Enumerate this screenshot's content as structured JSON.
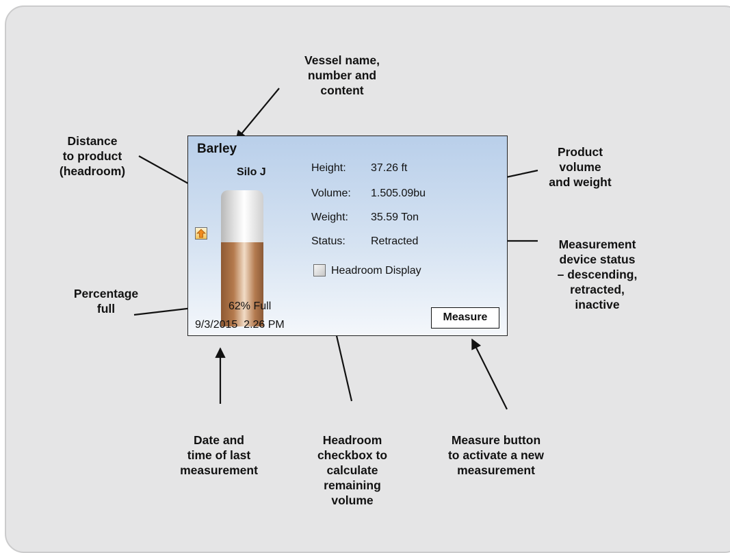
{
  "annotations": {
    "vessel_name": "Vessel name,\nnumber and\ncontent",
    "distance": "Distance\nto product\n(headroom)",
    "product_volume": "Product\nvolume\nand weight",
    "device_status": "Measurement\ndevice status\n– descending,\nretracted,\ninactive",
    "percentage": "Percentage\nfull",
    "date_time": "Date and\ntime of last\nmeasurement",
    "headroom_checkbox": "Headroom\ncheckbox to\ncalculate\nremaining\nvolume",
    "measure_button": "Measure button\nto activate a new\nmeasurement"
  },
  "screen": {
    "vessel_name": "Barley",
    "silo_id": "Silo J",
    "fill_fraction": 0.62,
    "percent_full": "62% Full",
    "date": "9/3/2015",
    "time": "2.26 PM",
    "fields": [
      {
        "label": "Height:",
        "value": "37.26 ft"
      },
      {
        "label": "Volume:",
        "value": "1.505.09bu"
      },
      {
        "label": "Weight:",
        "value": "35.59 Ton"
      },
      {
        "label": "Status:",
        "value": "Retracted"
      }
    ],
    "headroom_label": "Headroom Display",
    "headroom_checked": false,
    "measure_label": "Measure"
  },
  "colors": {
    "panel_bg": "#e5e5e6",
    "screen_top": "#b9cfea",
    "screen_bottom": "#f4f7fb",
    "product": "#b57a4d"
  },
  "icons": [
    "up-arrow-icon"
  ]
}
